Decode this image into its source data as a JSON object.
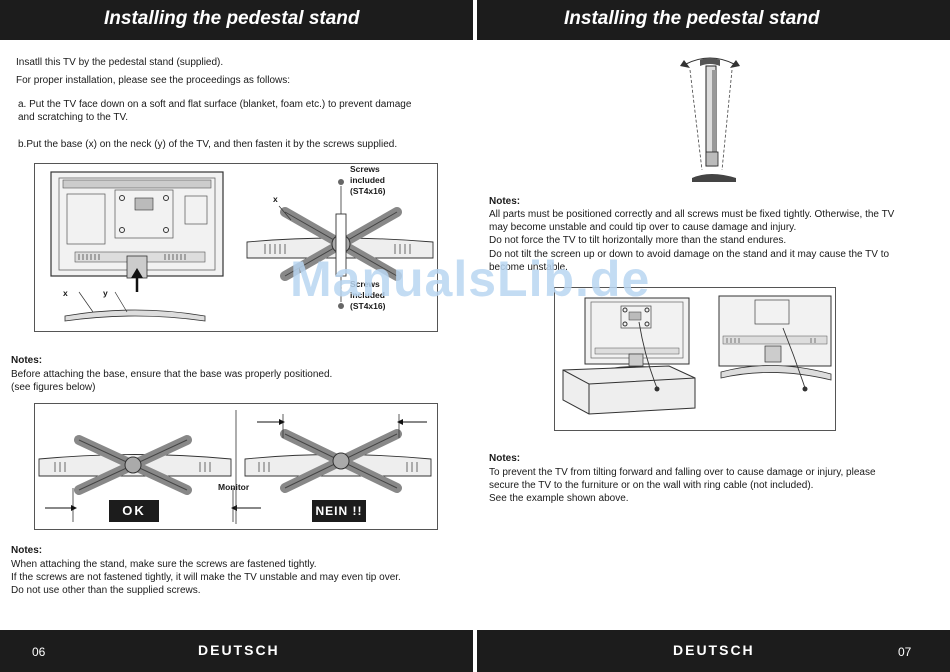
{
  "left": {
    "header": "Installing the pedestal stand",
    "intro1": "Insatll this TV by the pedestal stand (supplied).",
    "intro2": "For proper installation, please see the proceedings as follows:",
    "step_a_line1": "a. Put the TV face down on a soft and flat surface (blanket, foam etc.) to prevent damage",
    "step_a_line2": "and scratching to the TV.",
    "step_b": "b.Put the base (x) on the neck (y) of the TV, and then fasten it by the screws supplied.",
    "figure1": {
      "label_x_left": "x",
      "label_y": "y",
      "label_x_right": "x",
      "screws_top": [
        "Screws",
        "included",
        "(ST4x16)"
      ],
      "screws_bottom": [
        "Screws",
        "included",
        "(ST4x16)"
      ]
    },
    "notes1_title": "Notes:",
    "notes1_line1": "Before attaching the base, ensure that the base was  properly positioned.",
    "notes1_line2": "(see figures below)",
    "figure2": {
      "ok_label": "OK",
      "monitor_label": "Monitor",
      "nein_label": "NEIN !!"
    },
    "notes2_title": "Notes:",
    "notes2_line1": "When attaching the stand, make sure the screws are fastened tightly.",
    "notes2_line2": "If the screws are not fastened tightly, it will make the TV unstable and may even tip over.",
    "notes2_line3": "Do not use other than the supplied screws.",
    "footer_page": "06",
    "footer_lang": "DEUTSCH"
  },
  "right": {
    "header": "Installing the pedestal stand",
    "notes1_title": "Notes:",
    "notes1_lines": [
      "All parts must be positioned correctly and all screws must be fixed tightly. Otherwise, the TV",
      "may become unstable and could tip over to cause damage and injury.",
      "Do not force the TV to tilt horizontally more than the stand endures.",
      "Do not tilt the screen up or down to avoid damage on the stand and it may cause the TV to",
      "become unstable."
    ],
    "notes2_title": "Notes:",
    "notes2_lines": [
      "To prevent the TV from tilting forward and falling over to cause damage or injury, please",
      "secure the TV to the furniture or on the wall with ring cable (not included).",
      "See the example shown above."
    ],
    "footer_page": "07",
    "footer_lang": "DEUTSCH"
  },
  "watermark": "ManualsLib.de"
}
